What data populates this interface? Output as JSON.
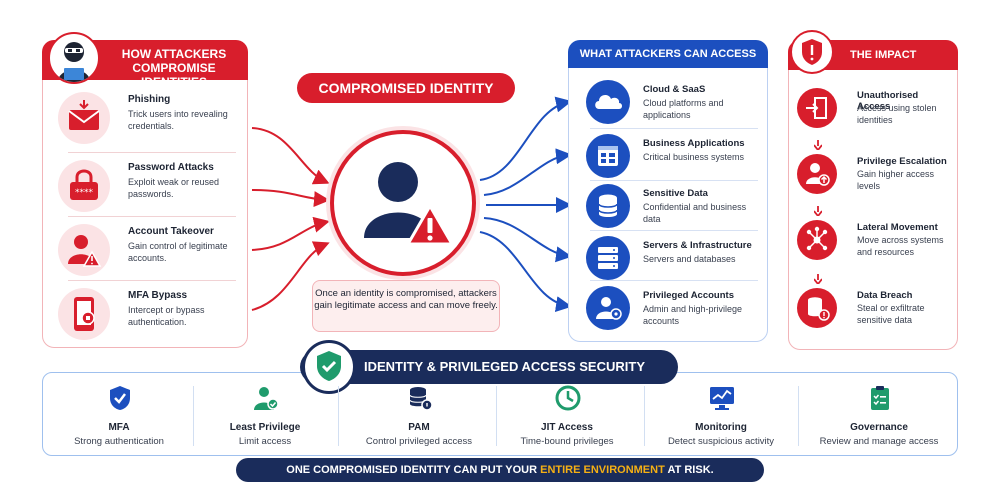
{
  "left_panel": {
    "title": "HOW ATTACKERS COMPROMISE IDENTITIES",
    "items": [
      {
        "title": "Phishing",
        "desc": "Trick users into revealing credentials."
      },
      {
        "title": "Password Attacks",
        "desc": "Exploit weak or reused passwords."
      },
      {
        "title": "Account Takeover",
        "desc": "Gain control of legitimate accounts."
      },
      {
        "title": "MFA Bypass",
        "desc": "Intercept or bypass authentication."
      }
    ]
  },
  "center": {
    "title": "COMPROMISED IDENTITY",
    "caption": "Once an identity is compromised, attackers gain legitimate access and can move freely."
  },
  "access_panel": {
    "title": "WHAT ATTACKERS CAN ACCESS",
    "items": [
      {
        "title": "Cloud & SaaS",
        "desc": "Cloud platforms and applications"
      },
      {
        "title": "Business Applications",
        "desc": "Critical business systems"
      },
      {
        "title": "Sensitive Data",
        "desc": "Confidential and business data"
      },
      {
        "title": "Servers & Infrastructure",
        "desc": "Servers and databases"
      },
      {
        "title": "Privileged Accounts",
        "desc": "Admin and high-privilege accounts"
      }
    ]
  },
  "impact_panel": {
    "title": "THE IMPACT",
    "items": [
      {
        "title": "Unauthorised Access",
        "desc": "Access using stolen identities"
      },
      {
        "title": "Privilege Escalation",
        "desc": "Gain higher access levels"
      },
      {
        "title": "Lateral Movement",
        "desc": "Move across systems and resources"
      },
      {
        "title": "Data Breach",
        "desc": "Steal or exfiltrate sensitive data"
      }
    ]
  },
  "security": {
    "title": "IDENTITY & PRIVILEGED ACCESS SECURITY",
    "controls": [
      {
        "title": "MFA",
        "desc": "Strong authentication"
      },
      {
        "title": "Least Privilege",
        "desc": "Limit access"
      },
      {
        "title": "PAM",
        "desc": "Control privileged access"
      },
      {
        "title": "JIT Access",
        "desc": "Time-bound privileges"
      },
      {
        "title": "Monitoring",
        "desc": "Detect suspicious activity"
      },
      {
        "title": "Governance",
        "desc": "Review and manage access"
      }
    ]
  },
  "footer": {
    "before": "ONE COMPROMISED IDENTITY CAN PUT YOUR ",
    "highlight": "ENTIRE ENVIRONMENT",
    "after": " AT RISK."
  },
  "colors": {
    "red": "#d81e2c",
    "blue": "#1c4fbf",
    "navy": "#1a2c5b",
    "highlight": "#f5b014"
  }
}
